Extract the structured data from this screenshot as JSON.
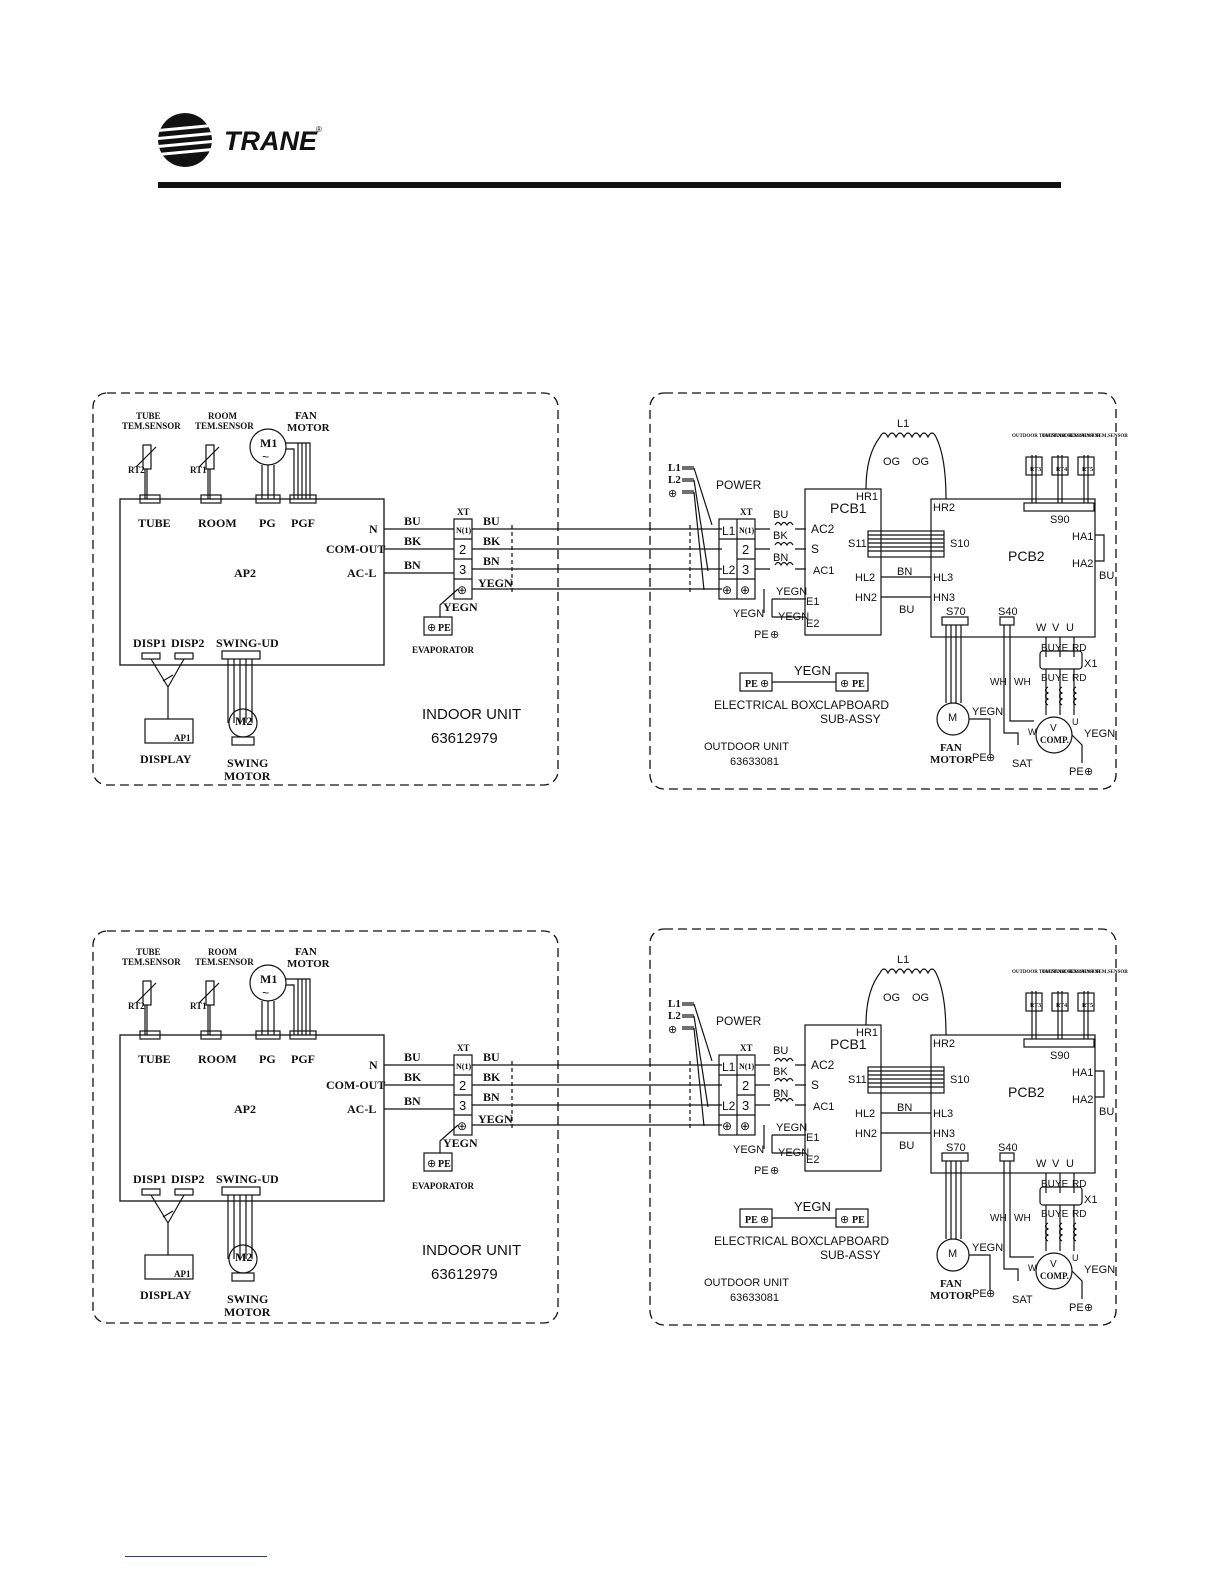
{
  "brand": {
    "name": "TRANE",
    "registered": "®"
  },
  "diagram": {
    "indoor": {
      "tube_sensor_l1": "TUBE",
      "tube_sensor_l2": "TEM.SENSOR",
      "tube_sensor_ref": "RT2",
      "room_sensor_l1": "ROOM",
      "room_sensor_l2": "TEM.SENSOR",
      "room_sensor_ref": "RT1",
      "fan_motor_l1": "FAN",
      "fan_motor_l2": "MOTOR",
      "motor_m1": "M1",
      "motor_m2": "M2",
      "board": "AP2",
      "conn_tube": "TUBE",
      "conn_room": "ROOM",
      "conn_pg": "PG",
      "conn_pgf": "PGF",
      "term_n": "N",
      "term_com": "COM-OUT",
      "term_acl": "AC-L",
      "disp1": "DISP1",
      "disp2": "DISP2",
      "swing": "SWING-UD",
      "display_board": "AP1",
      "display": "DISPLAY",
      "swing_motor_l1": "SWING",
      "swing_motor_l2": "MOTOR",
      "title": "INDOOR UNIT",
      "code": "63612979",
      "xt": "XT",
      "xt_1": "N(1)",
      "xt_2": "2",
      "xt_3": "3",
      "wire_bu": "BU",
      "wire_bk": "BK",
      "wire_bn": "BN",
      "wire_yegn": "YEGN",
      "pe": "PE",
      "evaporator": "EVAPORATOR"
    },
    "outdoor": {
      "l1": "L1",
      "l2": "L2",
      "power": "POWER",
      "xt": "XT",
      "xt_l1": "L1",
      "xt_n1": "N(1)",
      "xt_2": "2",
      "xt_l2": "L2",
      "xt_3": "3",
      "pcb1": "PCB1",
      "pcb2": "PCB2",
      "ac2": "AC2",
      "s": "S",
      "ac1": "AC1",
      "e1": "E1",
      "e2": "E2",
      "s11": "S11",
      "s10": "S10",
      "hr1": "HR1",
      "hr2": "HR2",
      "hl2": "HL2",
      "hn2": "HN2",
      "hl3": "HL3",
      "hn3": "HN3",
      "inductor": "L1",
      "og": "OG",
      "sensor_outdoor": "OUTDOOR TEM.SENSOR",
      "sensor_outtube": "OUTTUBE TEM.SENSOR",
      "sensor_exhaust": "EXHAUST TEM.SENSOR",
      "rt_labels": [
        "RT3",
        "RT4",
        "RT5"
      ],
      "s90": "S90",
      "ha1": "HA1",
      "ha2": "HA2",
      "s70": "S70",
      "s40": "S40",
      "w": "W",
      "v": "V",
      "u": "U",
      "bu": "BU",
      "ye": "YE",
      "rd": "RD",
      "x1": "X1",
      "wh": "WH",
      "bk": "BK",
      "bn": "BN",
      "yegn": "YEGN",
      "pe": "PE",
      "m": "M",
      "comp": "COMP.",
      "sat": "SAT",
      "fan_l1": "FAN",
      "fan_l2": "MOTOR",
      "electrical_box": "ELECTRICAL BOX",
      "clapboard_l1": "CLAPBOARD",
      "clapboard_l2": "SUB-ASSY",
      "title": "OUTDOOR UNIT",
      "code": "63633081"
    }
  }
}
